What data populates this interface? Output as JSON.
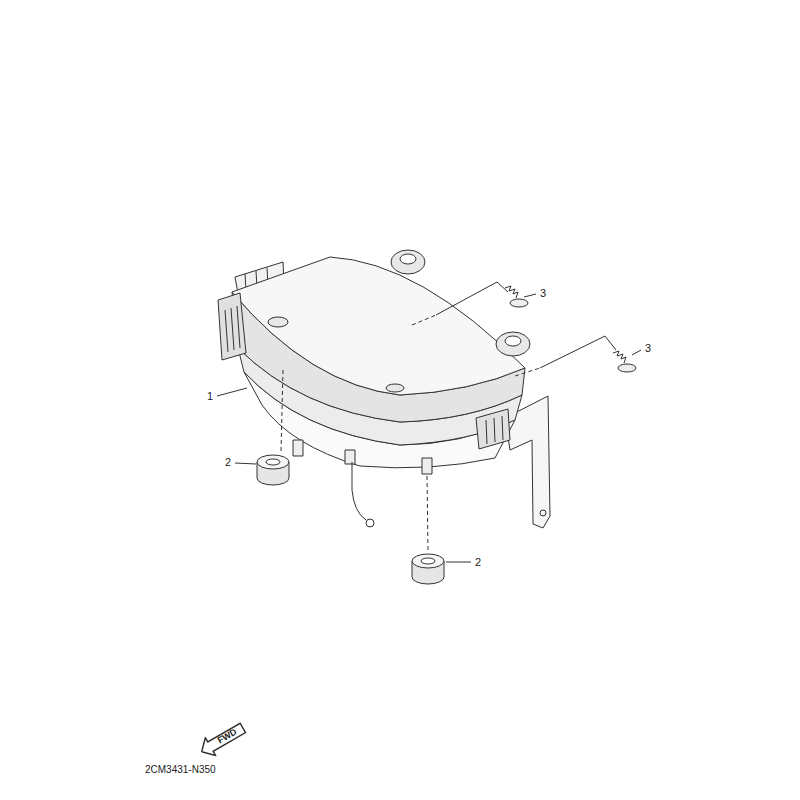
{
  "diagram": {
    "nodes": [
      {
        "text": [
          "FWD"
        ]
      }
    ],
    "labels": [
      "3",
      "3",
      "1",
      "2",
      "2",
      "2CM3431-N350"
    ]
  }
}
